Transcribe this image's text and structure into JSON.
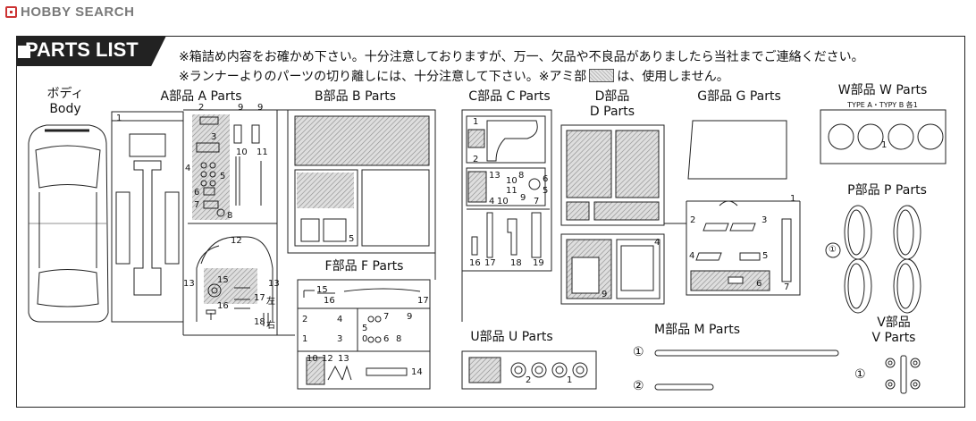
{
  "header": {
    "logo_text": "HOBBY SEARCH"
  },
  "title": "PARTS LIST",
  "notices": {
    "line1": "※箱詰め内容をお確かめ下さい。十分注意しておりますが、万一、欠品や不良品がありましたら当社までご連絡ください。",
    "line2a": "※ランナーよりのパーツの切り離しには、十分注意して下さい。※アミ部",
    "line2b": "は、使用しません。"
  },
  "sections": {
    "body": {
      "jp": "ボディ",
      "en": "Body"
    },
    "a": {
      "title": "A部品  A Parts"
    },
    "b": {
      "title": "B部品  B Parts"
    },
    "c": {
      "title": "C部品  C Parts"
    },
    "d": {
      "jp": "D部品",
      "en": "D Parts"
    },
    "g": {
      "title": "G部品  G Parts"
    },
    "w": {
      "title": "W部品  W Parts",
      "note": "TYPE A・TYPY B  各1"
    },
    "p": {
      "title": "P部品  P Parts"
    },
    "f": {
      "title": "F部品  F Parts"
    },
    "u": {
      "title": "U部品  U Parts"
    },
    "m": {
      "title": "M部品  M Parts"
    },
    "v": {
      "jp": "V部品",
      "en": "V Parts"
    }
  },
  "part_labels": {
    "a": [
      "1",
      "2",
      "9",
      "9",
      "3",
      "4",
      "5",
      "10",
      "11",
      "6",
      "7",
      "8",
      "12",
      "13",
      "13",
      "15",
      "16",
      "17",
      "左",
      "18",
      "右"
    ],
    "b": [
      "5"
    ],
    "c": [
      "1",
      "2",
      "13",
      "8",
      "10",
      "11",
      "4",
      "10",
      "9",
      "6",
      "7",
      "5",
      "16",
      "17",
      "18",
      "19"
    ],
    "d": [
      "4",
      "9"
    ],
    "g": [
      "1",
      "2",
      "3",
      "4",
      "5",
      "6",
      "7"
    ],
    "w": [
      "1"
    ],
    "p": [
      "①"
    ],
    "f": [
      "15",
      "16",
      "17",
      "2",
      "4",
      "1",
      "3",
      "5",
      "7",
      "9",
      "0",
      "6",
      "8",
      "10",
      "12",
      "13",
      "14"
    ],
    "u": [
      "2",
      "1"
    ],
    "m": [
      "①",
      "②"
    ],
    "v": [
      "①"
    ]
  }
}
